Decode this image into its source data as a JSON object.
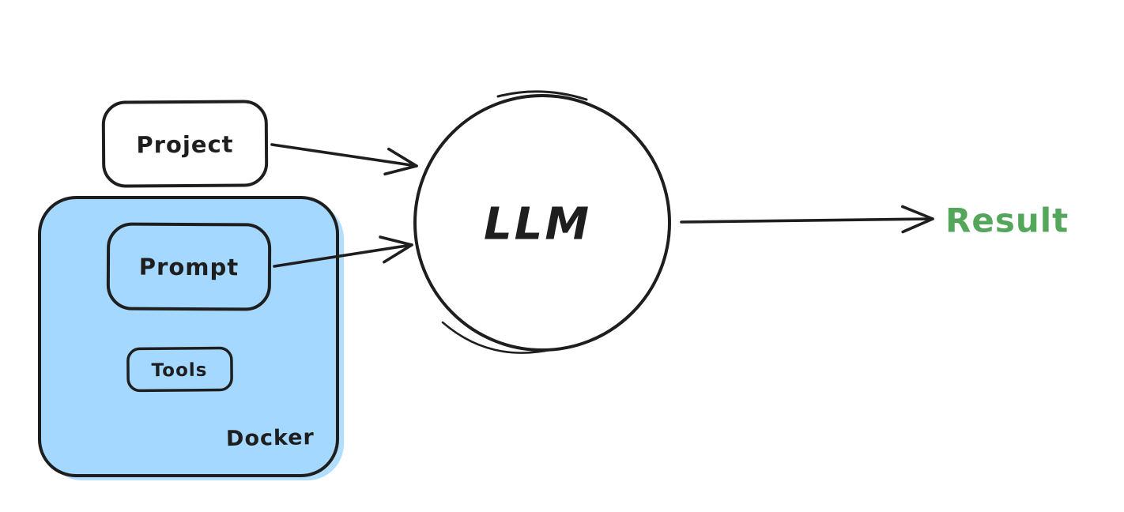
{
  "diagram": {
    "type": "flow-sketch",
    "nodes": {
      "project": {
        "label": "Project",
        "shape": "rounded-rectangle",
        "fill": "#ffffff"
      },
      "docker": {
        "label": "Docker",
        "shape": "rounded-rectangle-container",
        "fill": "#a5d8ff"
      },
      "prompt": {
        "label": "Prompt",
        "shape": "rounded-rectangle",
        "fill": "transparent",
        "parent": "docker"
      },
      "tools": {
        "label": "Tools",
        "shape": "rounded-rectangle",
        "fill": "transparent",
        "parent": "docker"
      },
      "llm": {
        "label": "LLM",
        "shape": "circle",
        "fill": "#ffffff"
      },
      "result": {
        "label": "Result",
        "shape": "text"
      }
    },
    "edges": [
      {
        "from": "project",
        "to": "llm",
        "style": "open-arrowhead"
      },
      {
        "from": "prompt",
        "to": "llm",
        "style": "open-arrowhead"
      },
      {
        "from": "llm",
        "to": "result",
        "style": "open-arrowhead"
      }
    ],
    "colors": {
      "stroke": "#1e1e1e",
      "docker_fill": "#a5d8ff",
      "node_fill": "#ffffff",
      "result_green": "#54a65a",
      "background": "#ffffff"
    }
  }
}
